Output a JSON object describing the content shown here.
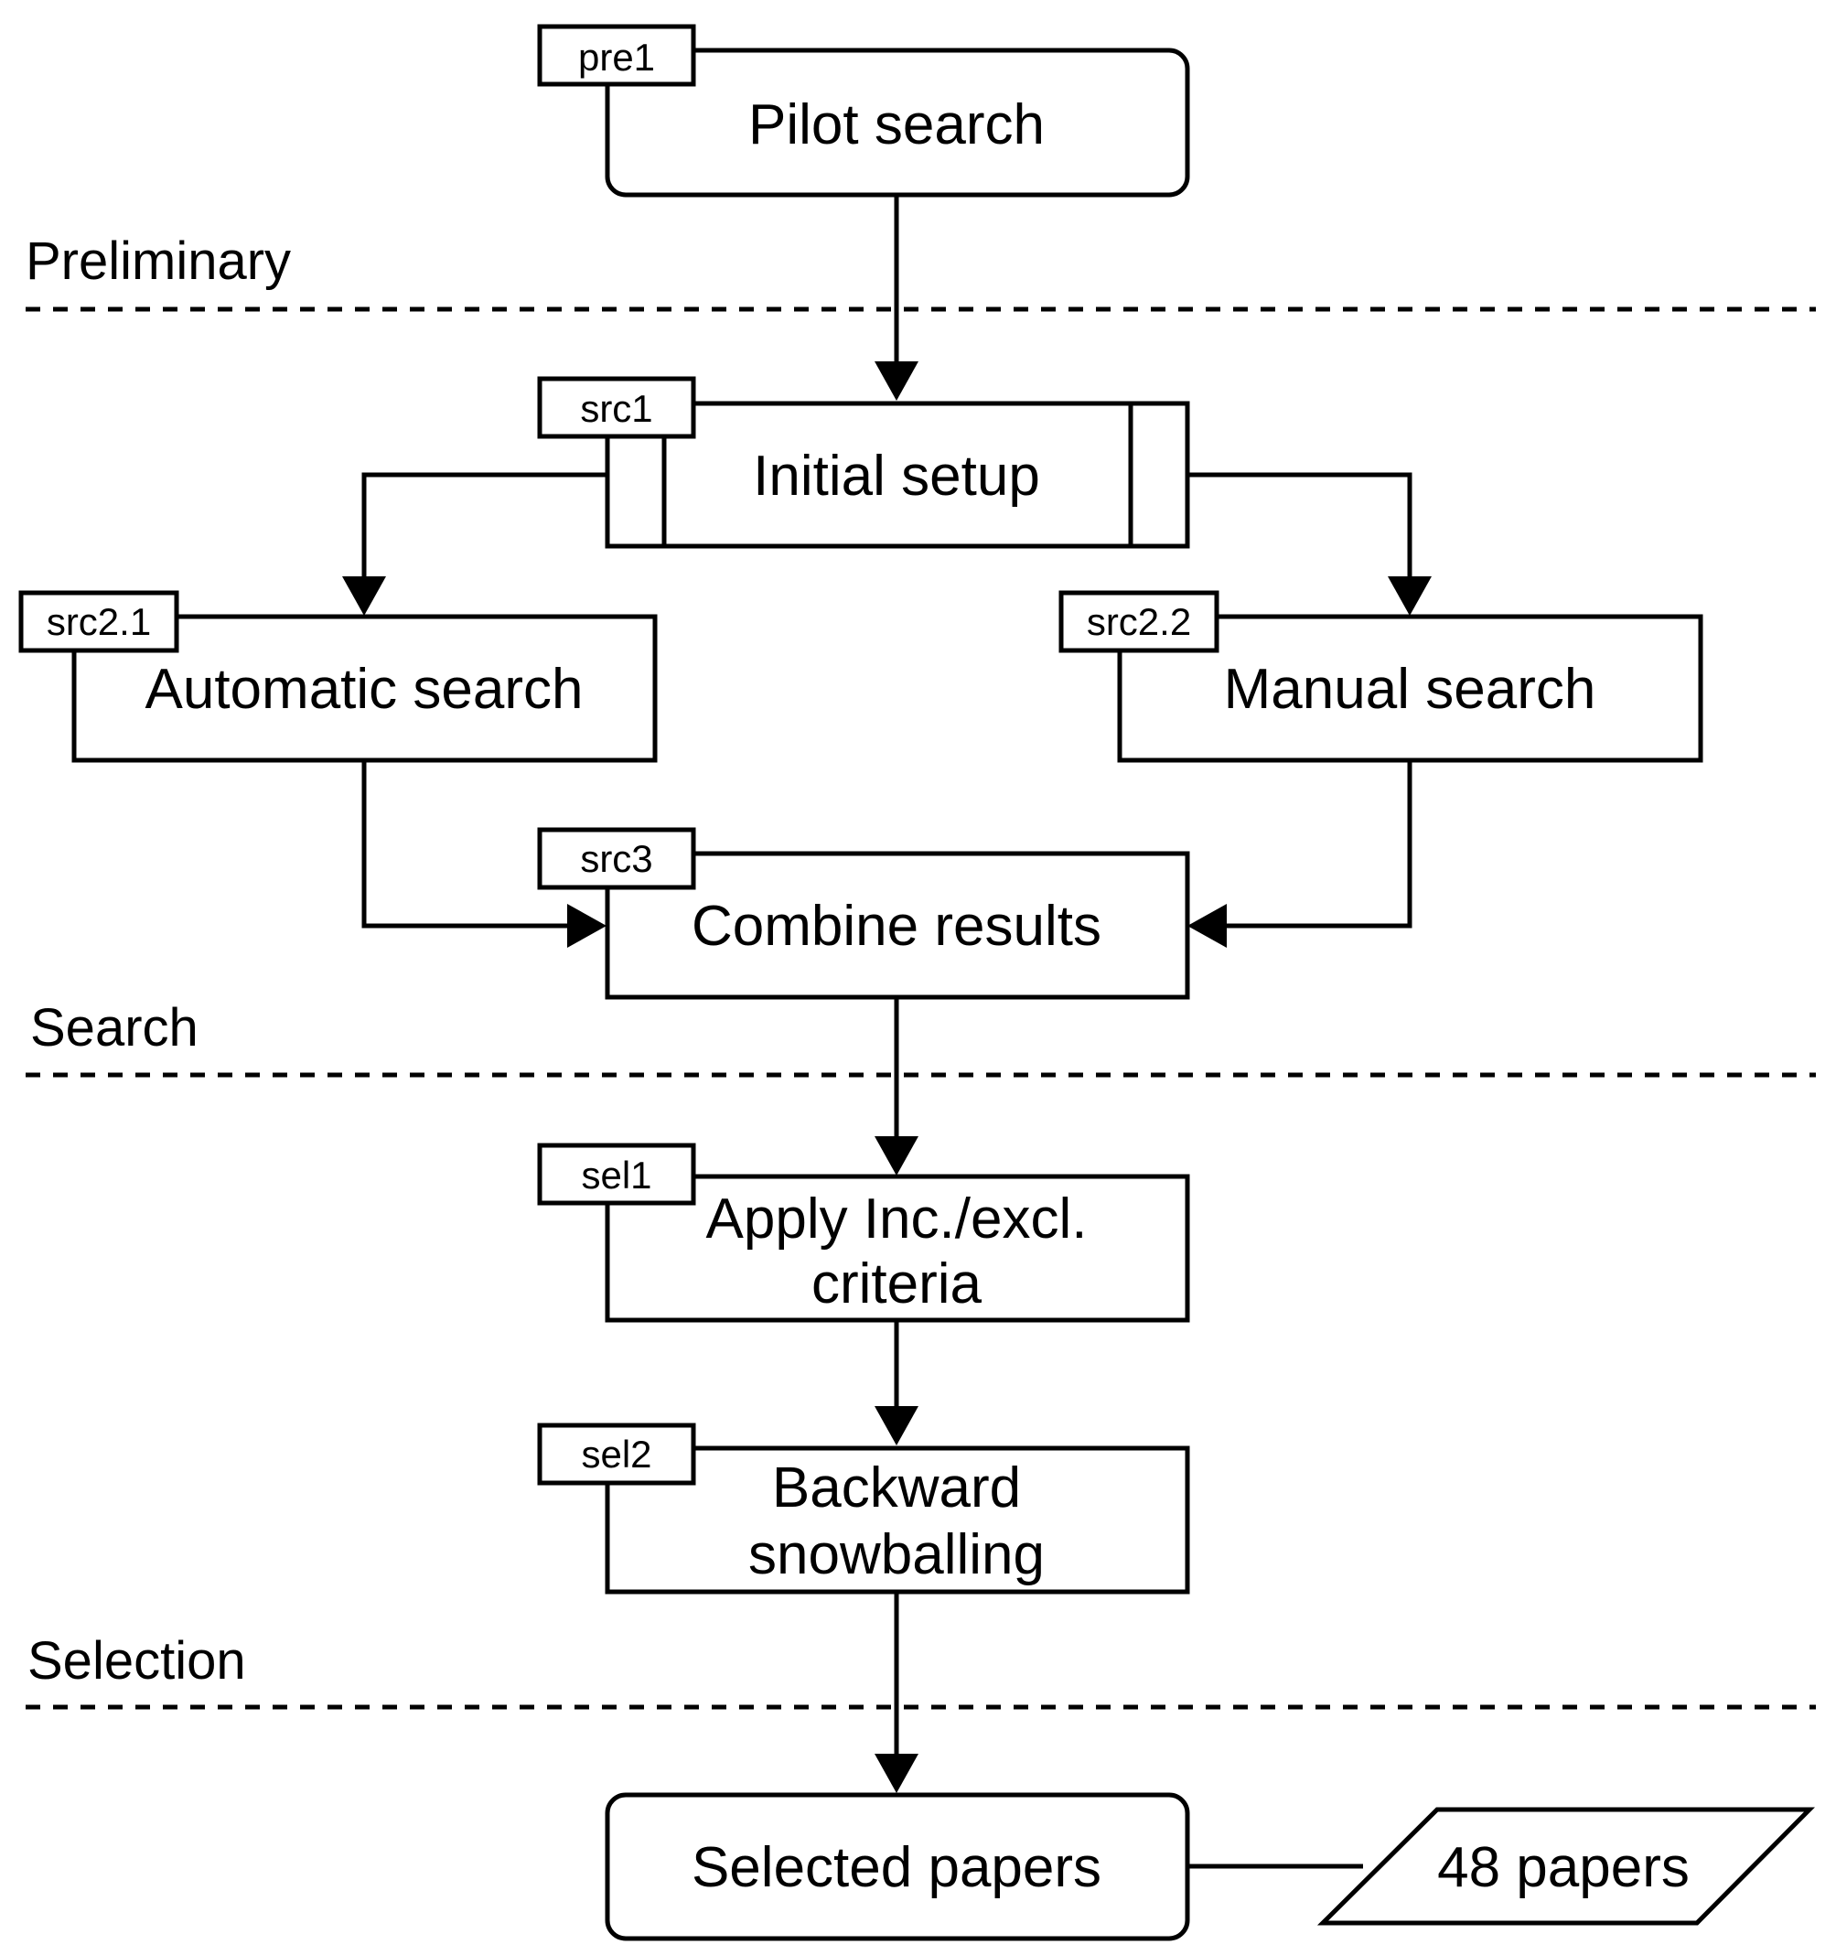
{
  "sections": {
    "preliminary": "Preliminary",
    "search": "Search",
    "selection": "Selection"
  },
  "nodes": {
    "pre1": {
      "tag": "pre1",
      "label": "Pilot search"
    },
    "src1": {
      "tag": "src1",
      "label": "Initial setup"
    },
    "src2_1": {
      "tag": "src2.1",
      "label": "Automatic search"
    },
    "src2_2": {
      "tag": "src2.2",
      "label": "Manual search"
    },
    "src3": {
      "tag": "src3",
      "label": "Combine results"
    },
    "sel1": {
      "tag": "sel1",
      "label_line1": "Apply Inc./excl.",
      "label_line2": "criteria"
    },
    "sel2": {
      "tag": "sel2",
      "label_line1": "Backward",
      "label_line2": "snowballing"
    },
    "end": {
      "label": "Selected papers"
    },
    "output": {
      "label": "48 papers"
    }
  }
}
